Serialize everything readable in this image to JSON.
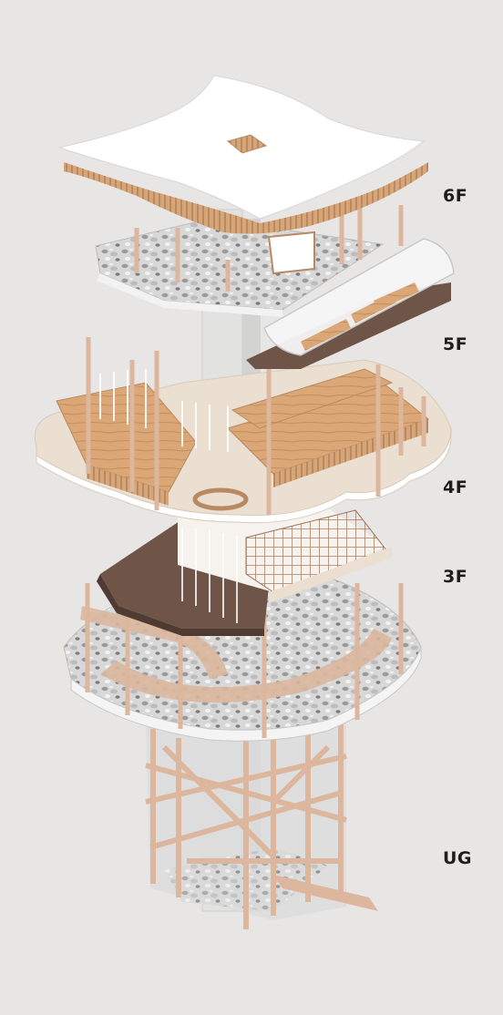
{
  "floor_labels": {
    "f6": "6F",
    "f5": "5F",
    "f4": "4F",
    "f3": "3F",
    "ug": "UG"
  },
  "colors": {
    "background": "#e8e6e4",
    "timber": "#dcb79e",
    "timber_dark": "#c9a184",
    "timber_deck": "#d9a577",
    "dark_deck": "#6e5548",
    "stone_base": "#d6d6d6",
    "stone_dark": "#9c9c9c",
    "roof": "#ffffff",
    "core": "#e3e3e1",
    "slab_beige": "#eadfd0",
    "label": "#1e1e1e"
  }
}
